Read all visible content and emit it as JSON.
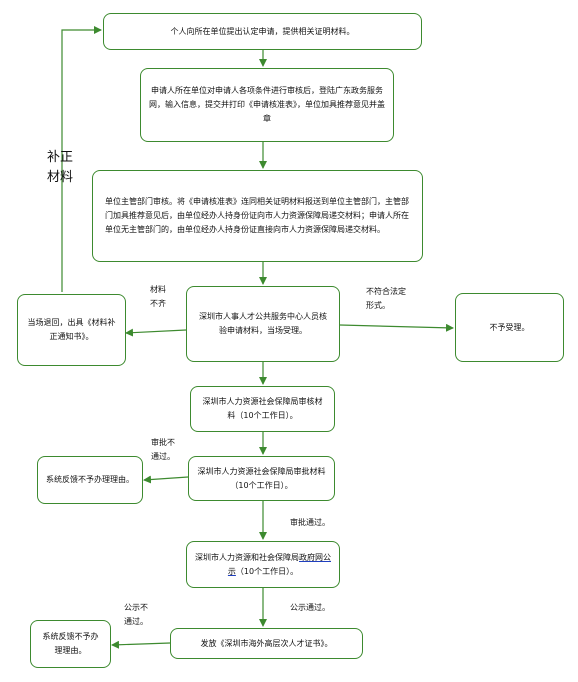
{
  "steps": {
    "s1": "个人向所在单位提出认定申请，提供相关证明材料。",
    "s2": "申请人所在单位对申请人各项条件进行审核后，登陆广东政务服务网，输入信息，提交并打印《申请核准表》，单位加具推荐意见并盖章",
    "s3": "单位主管部门审核。将《申请核准表》连同相关证明材料报送到单位主管部门，主管部门加具推荐意见后，由单位经办人持身份证向市人力资源保障局递交材料；申请人所在单位无主管部门的，由单位经办人持身份证直接向市人力资源保障局递交材料。",
    "s4": "深圳市人事人才公共服务中心人员核验申请材料，当场受理。",
    "s5": "深圳市人力资源社会保障局审核材料（10个工作日）。",
    "s6": "深圳市人力资源社会保障局审批材料（10个工作日）。",
    "s7_prefix": "深圳市人力资源和社会保障局",
    "s7_link": "政府网公示",
    "s7_suffix": "（10个工作日）。",
    "s8": "发放《深圳市海外高层次人才证书》。"
  },
  "side": {
    "return_box": "当场退回，出具《材料补正通知书》。",
    "reject_box": "不予受理。",
    "feedback_review": "系统反馈不予办理理由。",
    "feedback_publicity": "系统反馈不予办理理由。"
  },
  "labels": {
    "supplement": "补正\n材料",
    "incomplete": "材料\n不齐",
    "nonconform": "不符合法定\n形式。",
    "not_approved": "审批不\n通过。",
    "approved": "审批通过。",
    "pub_fail": "公示不\n通过。",
    "pub_pass": "公示通过。"
  },
  "colors": {
    "line": "#3d8a2f",
    "link_underline": "#1f3fbf"
  }
}
